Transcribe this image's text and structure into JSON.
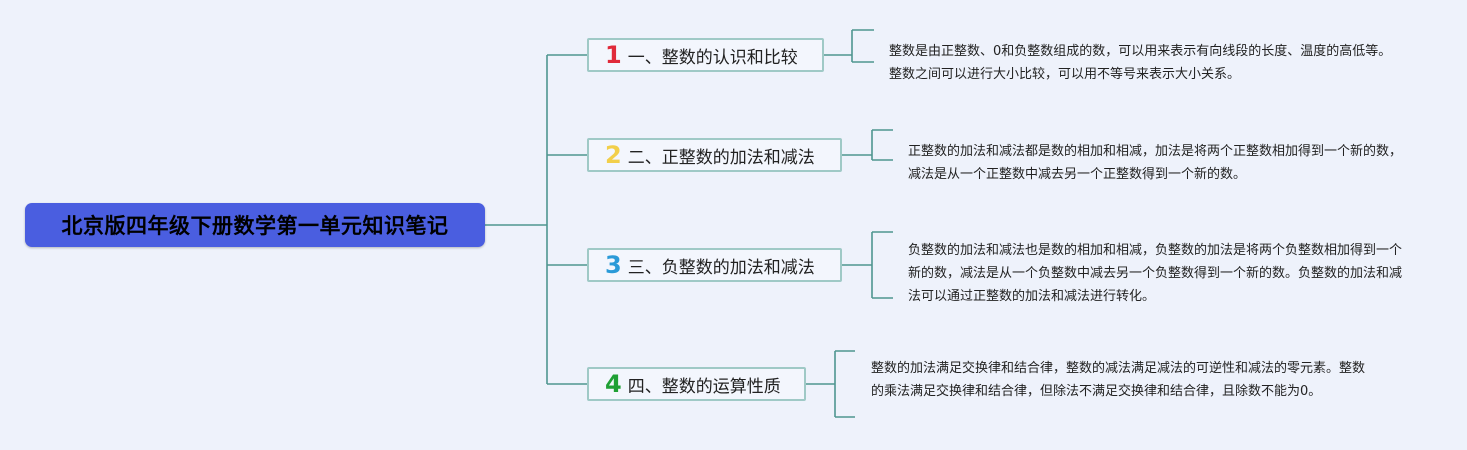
{
  "root": {
    "title": "北京版四年级下册数学第一单元知识笔记"
  },
  "colors": {
    "line": "#4f9690",
    "root_bg": "#4a5ee0",
    "topic_border": "#9fc9c6"
  },
  "topics": [
    {
      "num": "1",
      "num_color": "#e02a3a",
      "label": "一、整数的认识和比较",
      "note": "整数是由正整数、0和负整数组成的数，可以用来表示有向线段的长度、温度的高低等。整数之间可以进行大小比较，可以用不等号来表示大小关系。"
    },
    {
      "num": "2",
      "num_color": "#f2cf4a",
      "label": "二、正整数的加法和减法",
      "note": "正整数的加法和减法都是数的相加和相减，加法是将两个正整数相加得到一个新的数，减法是从一个正整数中减去另一个正整数得到一个新的数。"
    },
    {
      "num": "3",
      "num_color": "#2a9ad8",
      "label": "三、负整数的加法和减法",
      "note": "负整数的加法和减法也是数的相加和相减，负整数的加法是将两个负整数相加得到一个新的数，减法是从一个负整数中减去另一个负整数得到一个新的数。负整数的加法和减法可以通过正整数的加法和减法进行转化。"
    },
    {
      "num": "4",
      "num_color": "#20a035",
      "label": "四、整数的运算性质",
      "note": "整数的加法满足交换律和结合律，整数的减法满足减法的可逆性和减法的零元素。整数的乘法满足交换律和结合律，但除法不满足交换律和结合律，且除数不能为0。"
    }
  ]
}
